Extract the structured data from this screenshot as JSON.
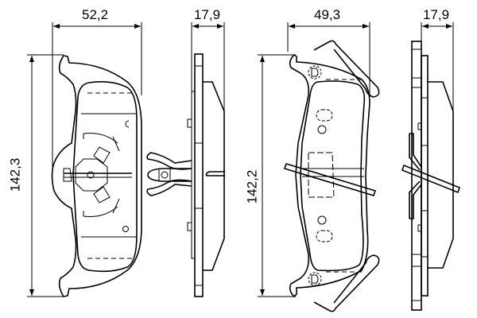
{
  "dimensions": {
    "pad1_width": "52,2",
    "pad1_thickness": "17,9",
    "pad1_height": "142,3",
    "pad2_width": "49,3",
    "pad2_thickness": "17,9",
    "pad2_height": "142,2"
  }
}
